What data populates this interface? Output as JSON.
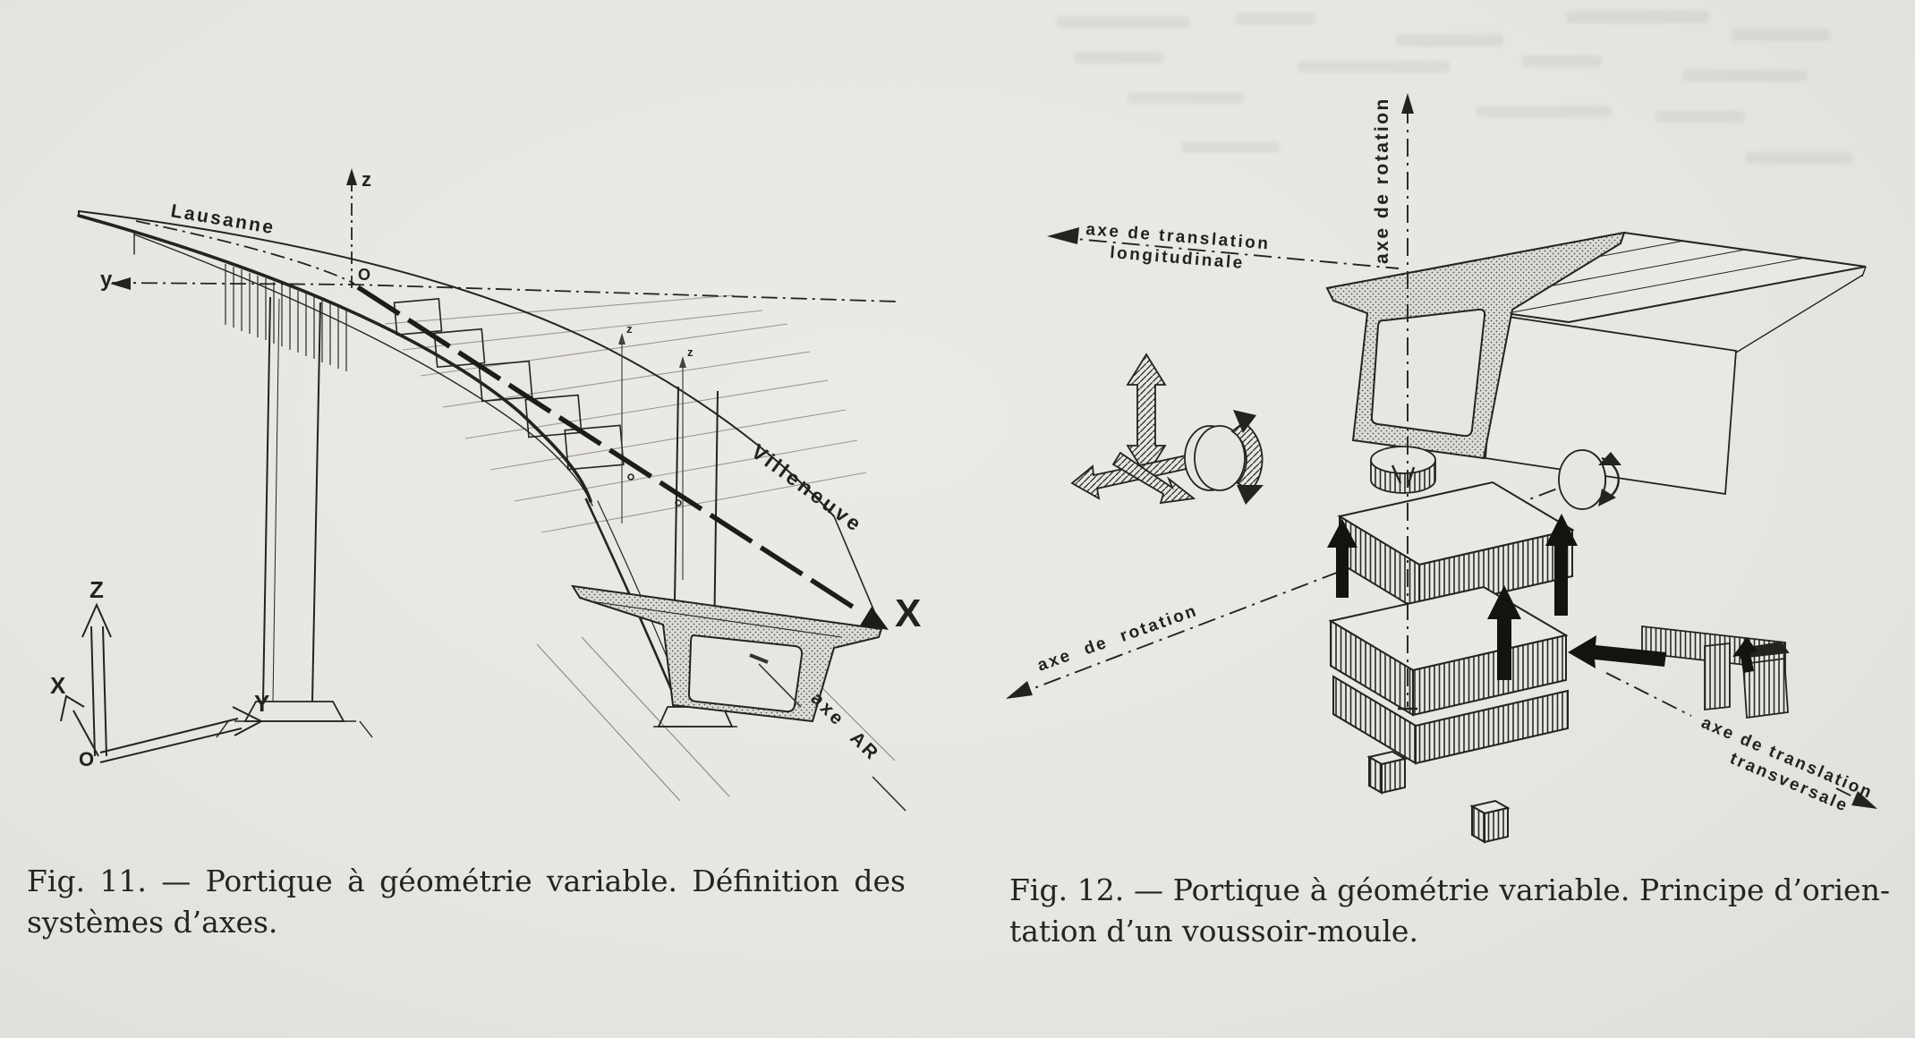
{
  "page": {
    "colors": {
      "paper": "#e7e6e2",
      "ink": "#23221e",
      "faint": "#98968f"
    }
  },
  "figure11": {
    "caption_lines": [
      "Fig. 11. — Portique à géométrie variable. Définition des",
      "systèmes d’axes."
    ],
    "labels": {
      "lausanne": "Lausanne",
      "villeneuve": "Villeneuve",
      "z_upper": "z",
      "y_axis": "y",
      "origin_upper": "O",
      "x_axis": "X",
      "axe_ar": "axe AR",
      "z_mid_1": "z",
      "z_mid_2": "z",
      "corner_z": "Z",
      "corner_x": "X",
      "corner_y": "Y",
      "corner_o": "O"
    }
  },
  "figure12": {
    "caption_lines": [
      "Fig. 12. — Portique à géométrie variable. Principe d’orien-",
      "tation d’un voussoir-moule."
    ],
    "labels": {
      "rotation_vertical": "axe de rotation",
      "translation_long_line1": "axe de translation",
      "translation_long_line2": "longitudinale",
      "rotation_horizontal": "axe de rotation",
      "translation_transv_line1": "axe de translation",
      "translation_transv_line2": "transversale"
    }
  }
}
